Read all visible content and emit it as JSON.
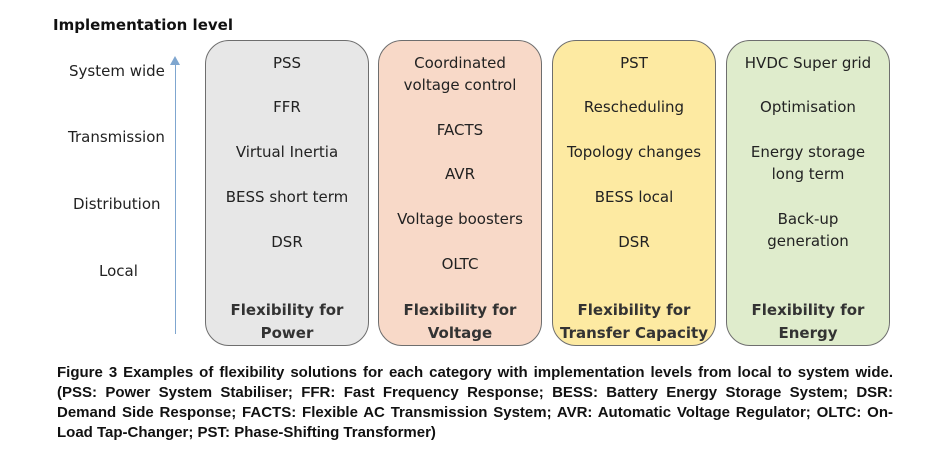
{
  "axis": {
    "title": "Implementation level",
    "levels": [
      "System wide",
      "Transmission",
      "Distribution",
      "Local"
    ]
  },
  "categories": [
    {
      "label": "Flexibility for\nPower",
      "color": "#e7e7e7",
      "items": [
        "PSS",
        "FFR",
        "Virtual Inertia",
        "BESS short term",
        "DSR"
      ]
    },
    {
      "label": "Flexibility for\nVoltage",
      "color": "#f8d9c8",
      "items": [
        "Coordinated\nvoltage control",
        "FACTS",
        "AVR",
        "Voltage boosters",
        "OLTC"
      ]
    },
    {
      "label": "Flexibility for\nTransfer Capacity",
      "color": "#fdeaa2",
      "items": [
        "PST",
        "Rescheduling",
        "Topology changes",
        "BESS local",
        "DSR"
      ]
    },
    {
      "label": "Flexibility for\nEnergy",
      "color": "#dfeccc",
      "items": [
        "HVDC Super grid",
        "Optimisation",
        "Energy storage\nlong term",
        "Back-up\ngeneration"
      ]
    }
  ],
  "caption": "Figure 3 Examples of flexibility solutions for each category with implementation levels from local to system wide. (PSS: Power System Stabiliser; FFR: Fast Frequency Response; BESS: Battery Energy Storage System; DSR: Demand Side Response; FACTS: Flexible AC Transmission System; AVR: Automatic Voltage Regulator; OLTC: On-Load Tap-Changer; PST: Phase-Shifting Transformer)"
}
